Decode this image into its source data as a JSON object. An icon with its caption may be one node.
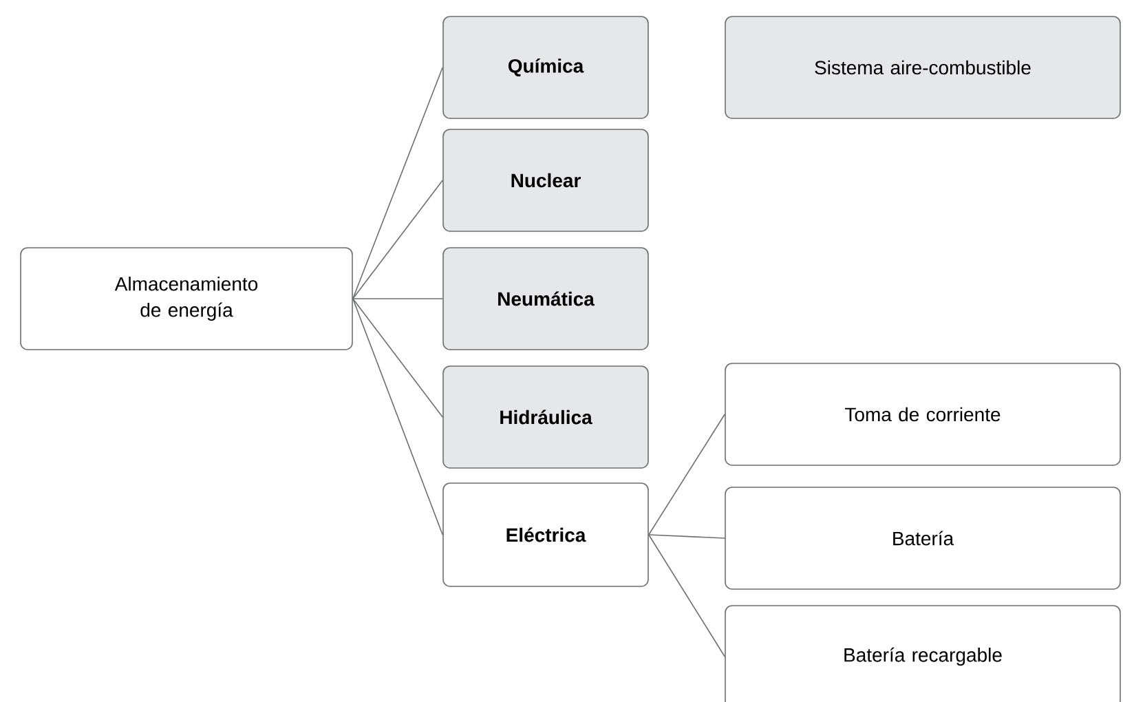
{
  "diagram": {
    "nodes": [
      {
        "text": [
          "Almacenamiento de energía"
        ]
      },
      {
        "text": [
          "Química"
        ]
      },
      {
        "text": [
          "Nuclear"
        ]
      },
      {
        "text": [
          "Neumática"
        ]
      },
      {
        "text": [
          "Hidráulica"
        ]
      },
      {
        "text": [
          "Eléctrica"
        ]
      },
      {
        "text": [
          "Sistema aire-combustible"
        ]
      },
      {
        "text": [
          "Toma de corriente"
        ]
      },
      {
        "text": [
          "Batería"
        ]
      },
      {
        "text": [
          "Batería recargable"
        ]
      }
    ],
    "edges": [
      {
        "from": 0,
        "to": 1,
        "arrow": "none"
      },
      {
        "from": 0,
        "to": 2,
        "arrow": "none"
      },
      {
        "from": 0,
        "to": 3,
        "arrow": "none"
      },
      {
        "from": 0,
        "to": 4,
        "arrow": "none"
      },
      {
        "from": 0,
        "to": 5,
        "arrow": "none"
      },
      {
        "from": 5,
        "to": 7,
        "arrow": "none"
      },
      {
        "from": 5,
        "to": 8,
        "arrow": "none"
      },
      {
        "from": 5,
        "to": 9,
        "arrow": "none"
      }
    ]
  }
}
